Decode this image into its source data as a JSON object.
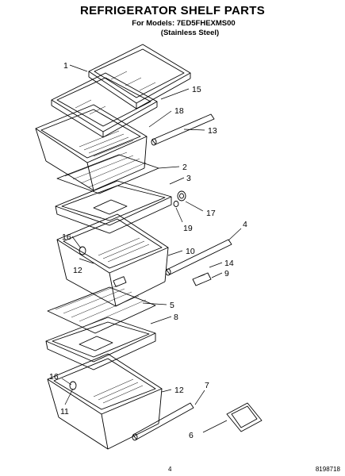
{
  "header": {
    "title": "REFRIGERATOR SHELF PARTS",
    "models": "For Models: 7ED5FHEXMS00",
    "finish": "(Stainless Steel)"
  },
  "callouts": [
    "1",
    "15",
    "18",
    "13",
    "2",
    "3",
    "17",
    "19",
    "4",
    "16",
    "10",
    "12",
    "14",
    "9",
    "5",
    "8",
    "16",
    "12",
    "11",
    "7",
    "6"
  ],
  "footer": {
    "page": "4",
    "part_code": "8198718"
  }
}
